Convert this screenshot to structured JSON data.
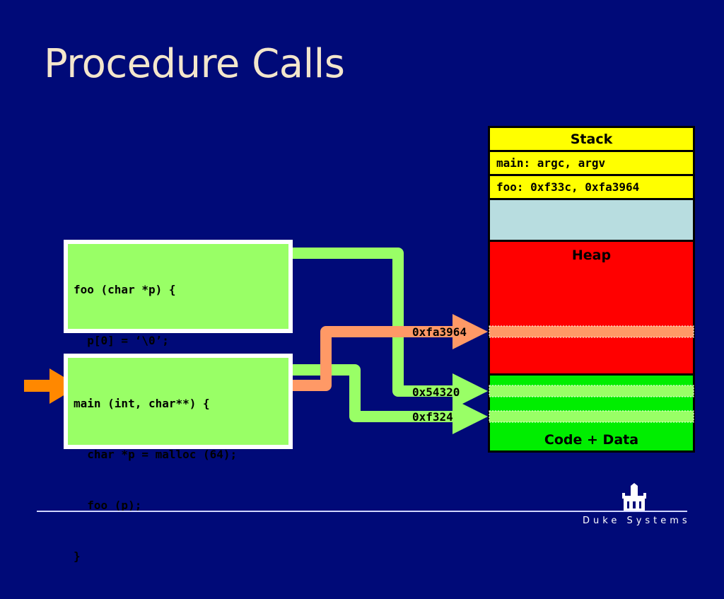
{
  "title": "Procedure Calls",
  "foo_code": [
    "foo (char *p) {",
    "  p[0] = ‘\\0’;",
    "}"
  ],
  "main_code": [
    "main (int, char**) {",
    "  char *p = malloc (64);",
    "  foo (p);",
    "}"
  ],
  "memory": {
    "stack_label": "Stack",
    "stack_frames": [
      "main: argc, argv",
      "foo: 0xf33c, 0xfa3964"
    ],
    "heap_label": "Heap",
    "code_label": "Code + Data"
  },
  "addresses": {
    "heap_addr": "0xfa3964",
    "code_addr1": "0x54320",
    "code_addr2": "0xf324"
  },
  "footer": {
    "brand": "Duke Systems"
  },
  "colors": {
    "background": "#000a78",
    "code_green": "#99ff66",
    "arrow_green": "#99ff66",
    "arrow_salmon": "#ff9966",
    "pc_arrow": "#ff8800",
    "stack": "#ffff00",
    "heap": "#ff0000",
    "code_data": "#00ee00"
  }
}
